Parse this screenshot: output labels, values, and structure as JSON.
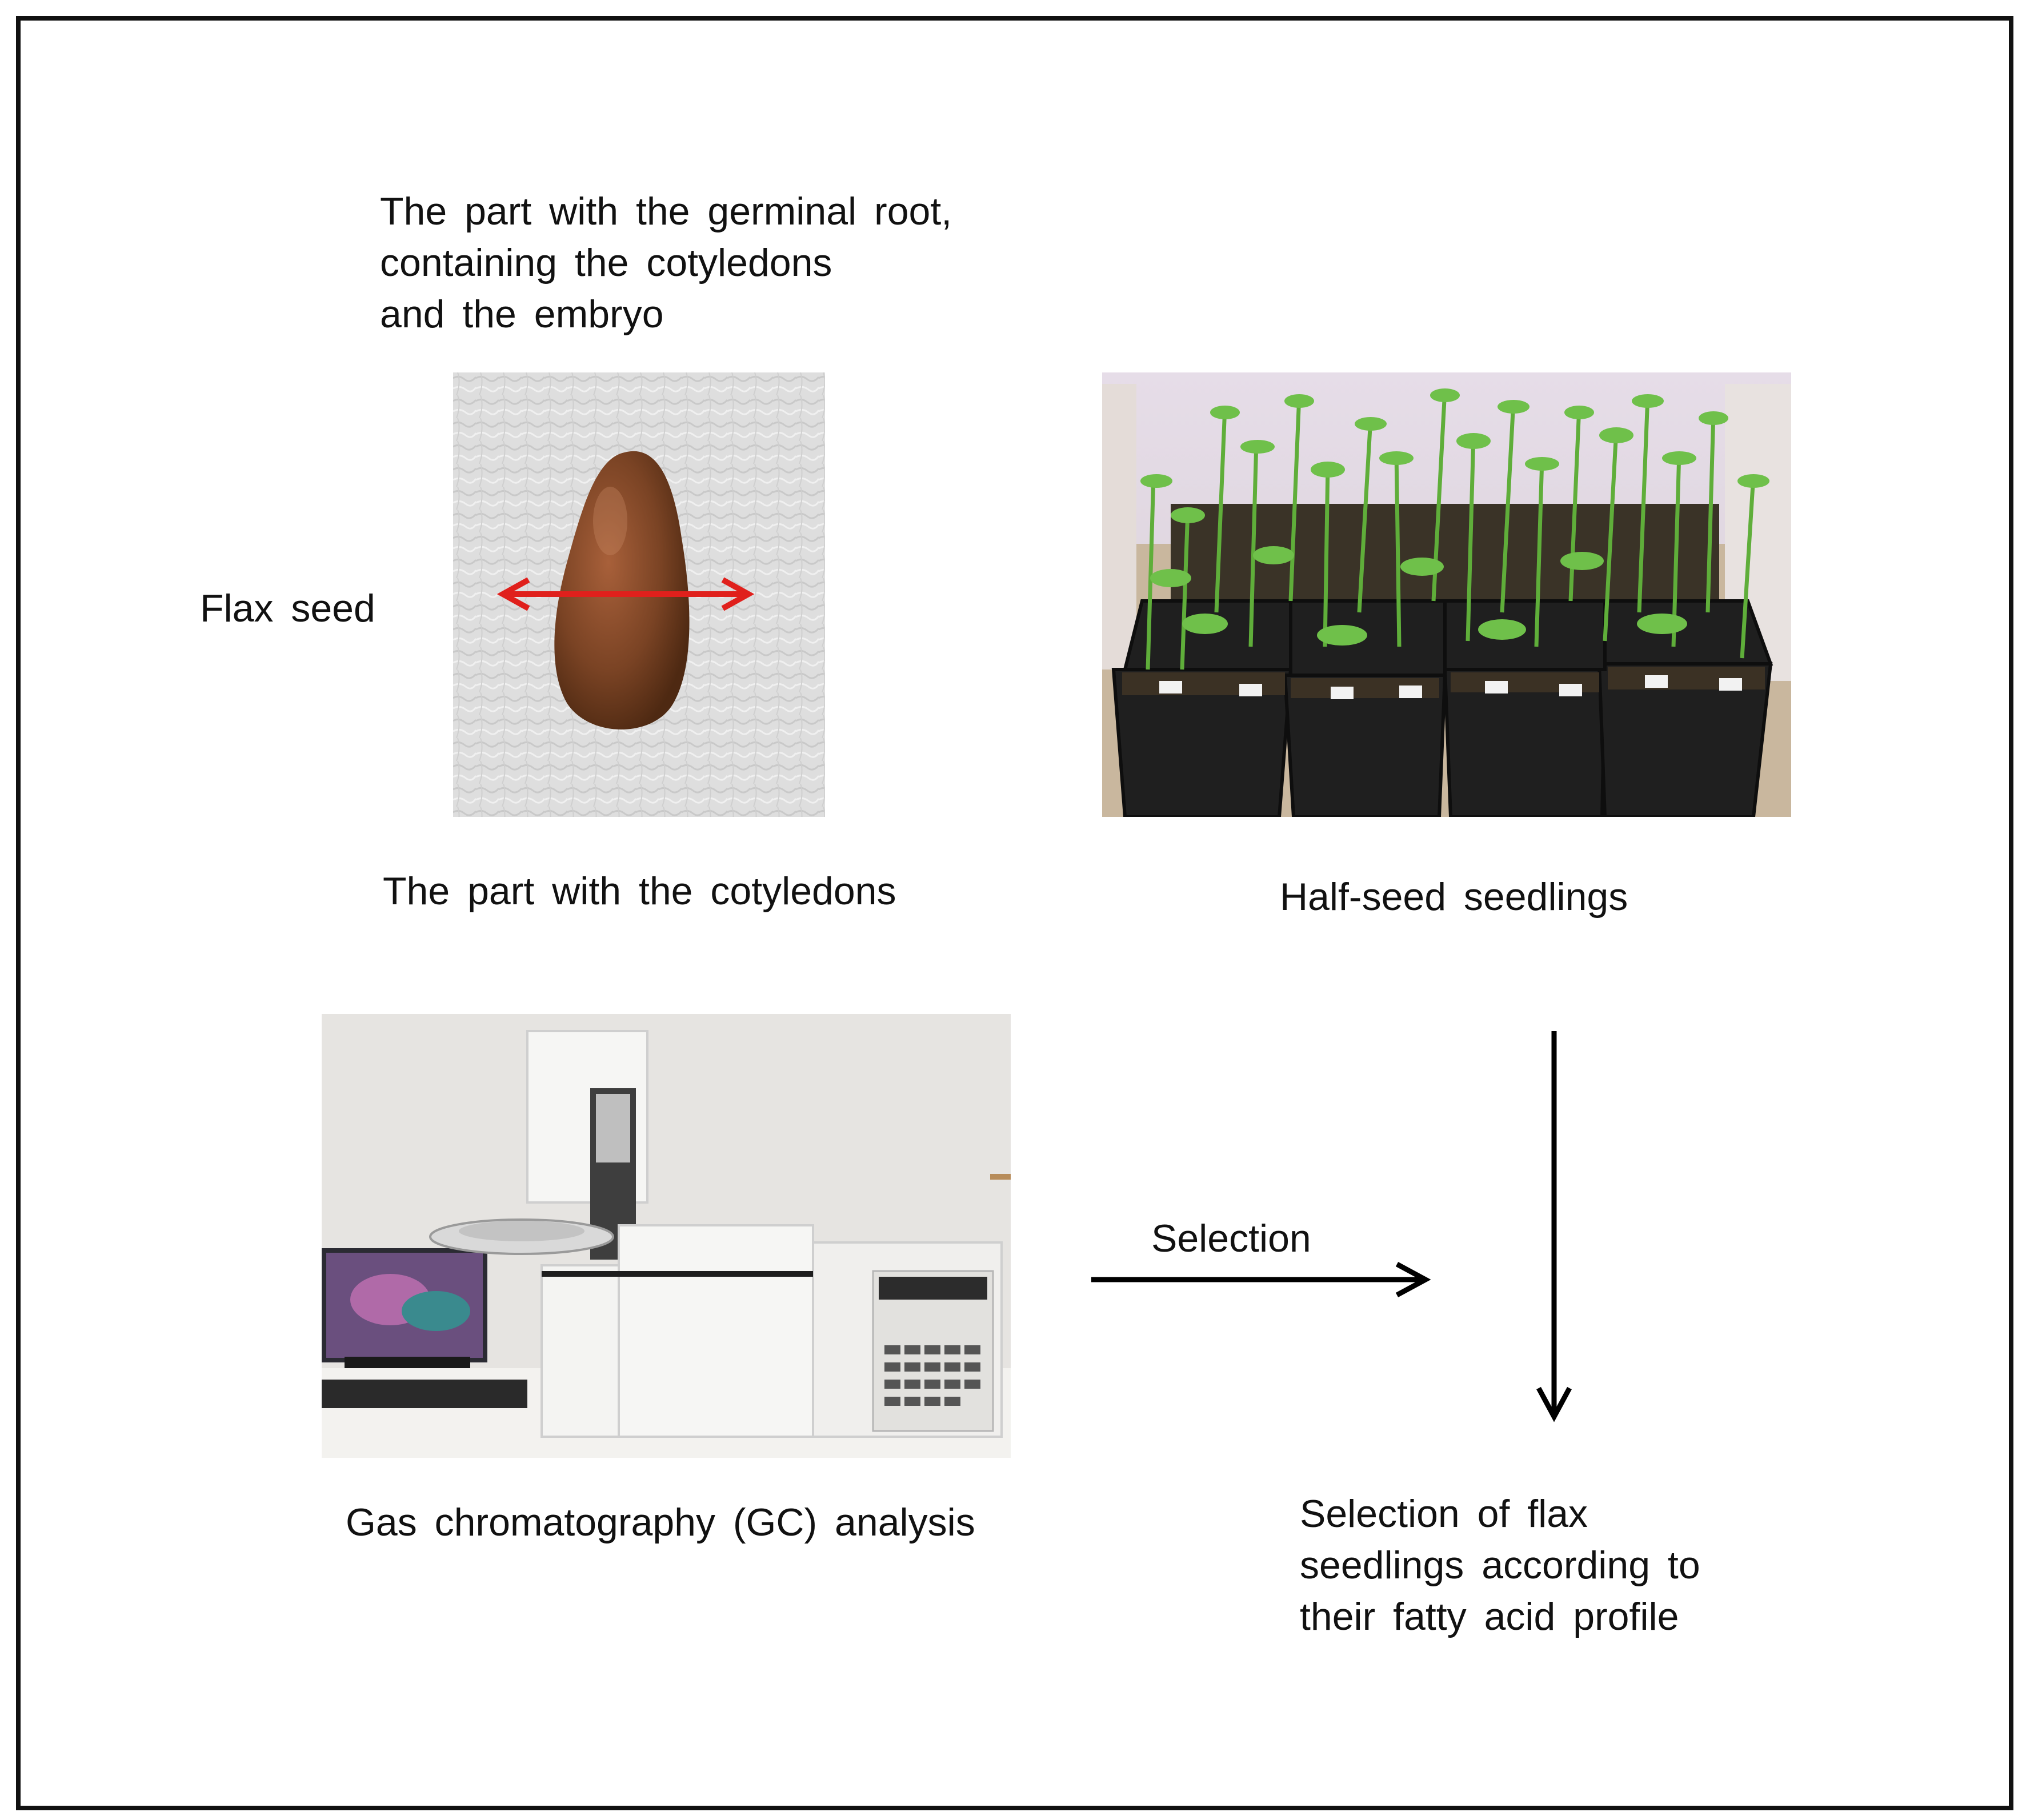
{
  "labels": {
    "germinal_root_part": "The part with the germinal root,\ncontaining the cotyledons\nand the embryo",
    "flax_seed": "Flax seed",
    "cotyledon_part": "The part with the cotyledons",
    "half_seed_seedlings": "Half-seed seedlings",
    "gc_analysis": "Gas chromatography (GC) analysis",
    "selection": "Selection",
    "selection_result": "Selection of flax\nseedlings according to\ntheir fatty acid profile"
  },
  "colors": {
    "cut_arrow": "#e0201c",
    "flow_arrow": "#000000",
    "seed": "#7a4324"
  },
  "icons": {
    "seed_photo": "flax-seed-photo",
    "seedlings_photo": "seedlings-pots-photo",
    "gc_photo": "gas-chromatograph-photo"
  }
}
